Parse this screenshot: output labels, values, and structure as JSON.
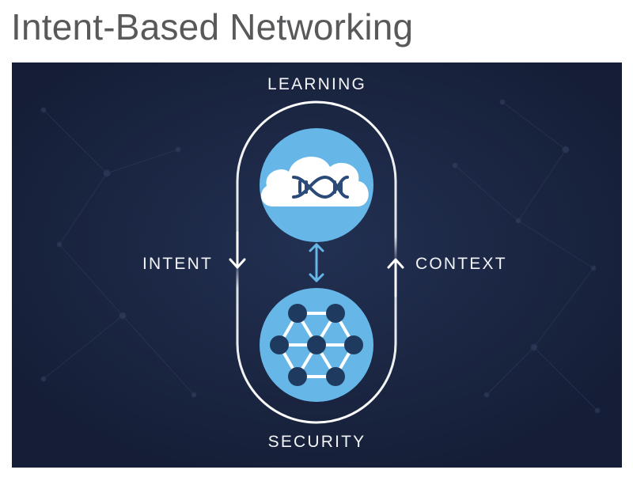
{
  "page": {
    "title": "Intent-Based Networking"
  },
  "diagram": {
    "labels": {
      "top": "LEARNING",
      "bottom": "SECURITY",
      "left": "INTENT",
      "right": "CONTEXT"
    },
    "nodes": [
      {
        "icon": "cloud-dna-icon"
      },
      {
        "icon": "network-mesh-icon"
      }
    ],
    "colors": {
      "background": "#1a2540",
      "circle_fill": "#67b6e8",
      "node_fill": "#1e3a5f",
      "loop_stroke": "#ffffff",
      "label_text": "#f2f4f7",
      "connector": "#67b6e8"
    }
  }
}
